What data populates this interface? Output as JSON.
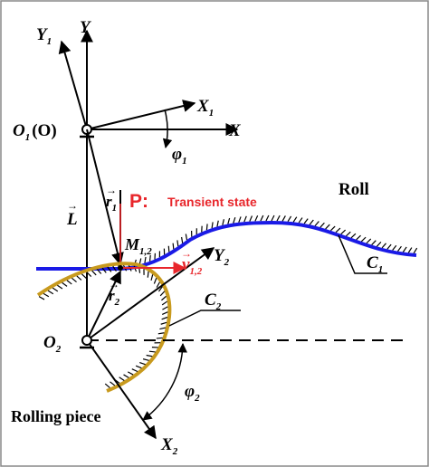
{
  "labels": {
    "y1": "Y",
    "y1_sub": "1",
    "y": "Y",
    "x1": "X",
    "x1_sub": "1",
    "x": "X",
    "o1": "O",
    "o1_sub": "1",
    "o1_paren": "(O)",
    "phi1": "φ",
    "phi1_sub": "1",
    "r1": "r",
    "r1_sub": "1",
    "p": "P",
    "p_colon": ":",
    "transient": "Transient state",
    "roll": "Roll",
    "L": "L",
    "m12": "M",
    "m12_sub": "1,2",
    "y2": "Y",
    "y2_sub": "2",
    "v12": "v",
    "v12_sub": "1,2",
    "c1": "C",
    "c1_sub": "1",
    "r2": "r",
    "r2_sub": "2",
    "c2": "C",
    "c2_sub": "2",
    "o2": "O",
    "o2_sub": "2",
    "phi2": "φ",
    "phi2_sub": "2",
    "rolling_piece": "Rolling piece",
    "x2": "X",
    "x2_sub": "2",
    "vector_arrow": "→"
  },
  "colors": {
    "roll_curve": "#1a1ae6",
    "rolling_piece_curve": "#c89a1e",
    "velocity": "#e8262b",
    "ink": "#000000"
  }
}
